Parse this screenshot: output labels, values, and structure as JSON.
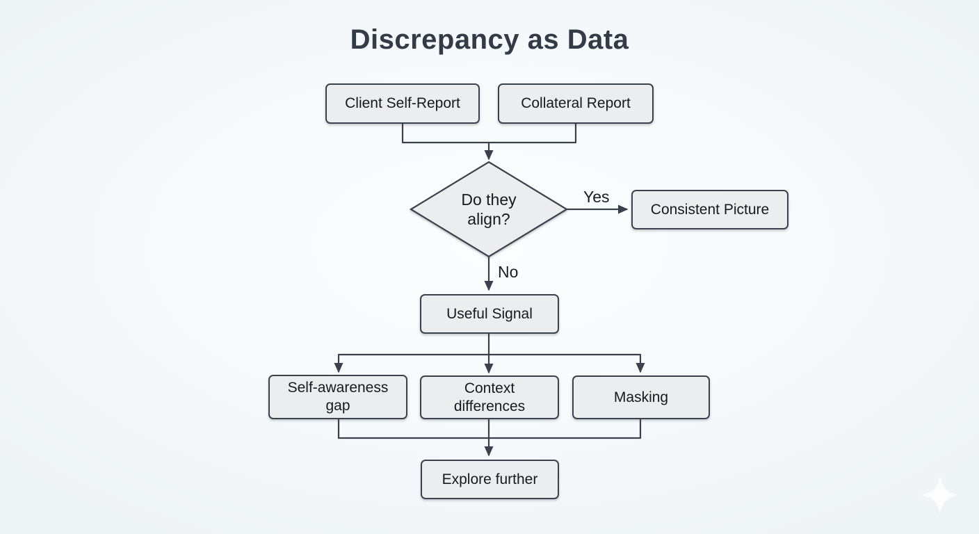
{
  "title": "Discrepancy as Data",
  "nodes": {
    "client_self_report": {
      "lines": [
        "Client Self-Report"
      ]
    },
    "collateral_report": {
      "lines": [
        "Collateral Report"
      ]
    },
    "decision": {
      "lines": [
        "Do they",
        "align?"
      ]
    },
    "consistent_picture": {
      "lines": [
        "Consistent Picture"
      ]
    },
    "useful_signal": {
      "lines": [
        "Useful Signal"
      ]
    },
    "self_awareness_gap": {
      "lines": [
        "Self-awareness",
        "gap"
      ]
    },
    "context_differences": {
      "lines": [
        "Context",
        "differences"
      ]
    },
    "masking": {
      "lines": [
        "Masking"
      ]
    },
    "explore_further": {
      "lines": [
        "Explore further"
      ]
    }
  },
  "edge_labels": {
    "yes": "Yes",
    "no": "No"
  },
  "icons": {
    "sparkle_watermark": "four-pointed-star"
  },
  "colors": {
    "background": "#f5f8fa",
    "node_fill": "#ebedef",
    "node_border": "#3b424e",
    "line": "#3a414d",
    "node_text": "#16191e",
    "title_text": "#333b46",
    "sparkle": "#ffffff"
  }
}
